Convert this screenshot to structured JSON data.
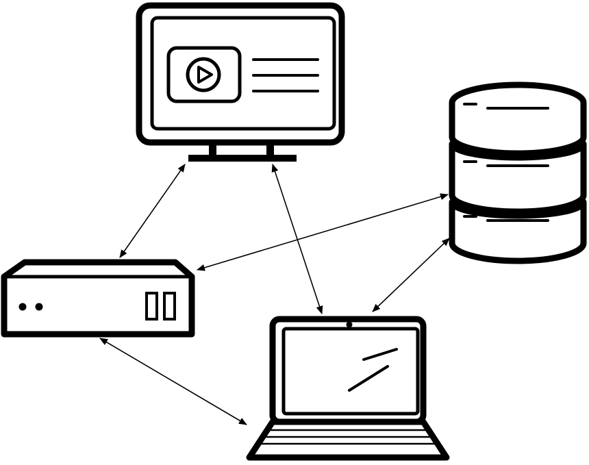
{
  "nodes": [
    {
      "id": "monitor",
      "icon": "video-monitor-icon"
    },
    {
      "id": "database",
      "icon": "database-icon"
    },
    {
      "id": "server",
      "icon": "server-box-icon"
    },
    {
      "id": "laptop",
      "icon": "laptop-icon"
    }
  ],
  "connections": [
    {
      "from": "monitor",
      "to": "server",
      "bidirectional": true
    },
    {
      "from": "monitor",
      "to": "laptop",
      "bidirectional": true
    },
    {
      "from": "server",
      "to": "database",
      "bidirectional": true
    },
    {
      "from": "database",
      "to": "laptop",
      "bidirectional": true
    },
    {
      "from": "server",
      "to": "laptop",
      "bidirectional": true
    }
  ],
  "colors": {
    "stroke": "#000000",
    "background": "#ffffff"
  }
}
